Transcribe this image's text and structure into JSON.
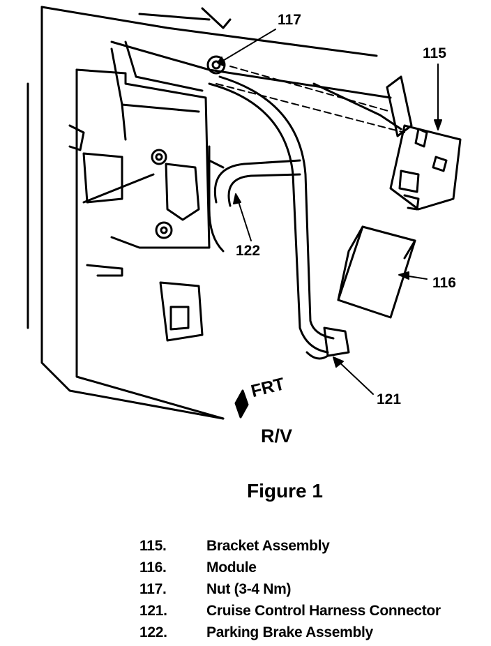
{
  "callouts": [
    {
      "id": "c117",
      "text": "117"
    },
    {
      "id": "c115",
      "text": "115"
    },
    {
      "id": "c116",
      "text": "116"
    },
    {
      "id": "c122",
      "text": "122"
    },
    {
      "id": "c121",
      "text": "121"
    }
  ],
  "frt_label": "FRT",
  "view_label": "R/V",
  "figure_caption": "Figure 1",
  "legend": [
    {
      "num": "115.",
      "text": "Bracket Assembly"
    },
    {
      "num": "116.",
      "text": "Module"
    },
    {
      "num": "117.",
      "text": "Nut (3-4 Nm)"
    },
    {
      "num": "121.",
      "text": "Cruise Control Harness Connector"
    },
    {
      "num": "122.",
      "text": "Parking Brake Assembly"
    }
  ]
}
